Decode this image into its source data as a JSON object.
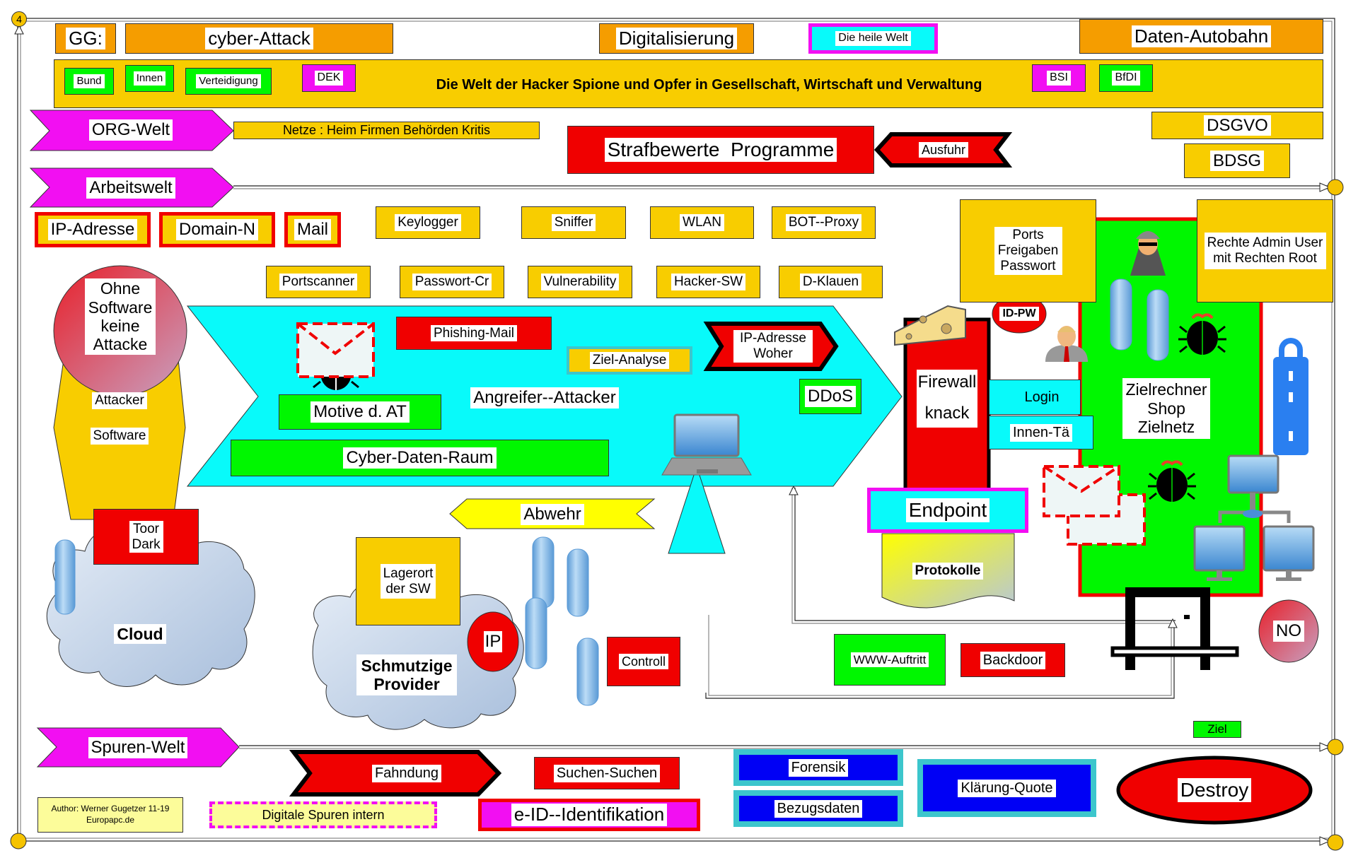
{
  "page_badge": "4",
  "header": {
    "gg_label": "GG:",
    "title": "cyber-Attack",
    "digitalisierung": "Digitalisierung",
    "heile_welt": "Die heile Welt",
    "daten_autobahn": "Daten-Autobahn"
  },
  "banner": {
    "tags_left": [
      "Bund",
      "Innen",
      "Verteidigung",
      "DEK"
    ],
    "headline": "Die Welt der Hacker Spione und Opfer in Gesellschaft, Wirtschaft und Verwaltung",
    "tags_right": [
      "BSI",
      "BfDI"
    ]
  },
  "worlds": {
    "org": "ORG-Welt",
    "netze": "Netze : Heim Firmen Behörden Kritis",
    "arbeit": "Arbeitswelt",
    "spuren": "Spuren-Welt"
  },
  "law": {
    "strafbewerte": "Strafbewerte  Programme",
    "ausfuhr": "Ausfuhr",
    "dsgvo": "DSGVO",
    "bdsg": "BDSG"
  },
  "identifiers": [
    "IP-Adresse",
    "Domain-N",
    "Mail"
  ],
  "tools_row1": [
    "Keylogger",
    "Sniffer",
    "WLAN",
    "BOT--Proxy"
  ],
  "tools_row2": [
    "Portscanner",
    "Passwort-Cr",
    "Vulnerability",
    "Hacker-SW",
    "D-Klauen"
  ],
  "attacker": {
    "ohne_software": "Ohne Software keine Attacke",
    "attacker_label": "Attacker",
    "software_label": "Software"
  },
  "cyber_arrow": {
    "phishing": "Phishing-Mail",
    "ziel_analyse": "Ziel-Analyse",
    "ip_woher": "IP-Adresse Woher",
    "motive": "Motive d. AT",
    "angreifer": "Angreifer--Attacker",
    "ddos": "DDoS",
    "cyber_raum": "Cyber-Daten-Raum"
  },
  "target": {
    "ports": "Ports Freigaben Passwort",
    "rechte": "Rechte Admin User mit Rechten Root",
    "id_pw": "ID-PW",
    "firewall": "Firewall",
    "knack": "knack",
    "login": "Login",
    "innen": "Innen-Tä",
    "zielrechner": "Zielrechner Shop Zielnetz",
    "endpoint": "Endpoint",
    "protokolle": "Protokolle",
    "no": "NO",
    "ziel": "Ziel"
  },
  "lower": {
    "toor_dark": "Toor Dark",
    "cloud": "Cloud",
    "abwehr": "Abwehr",
    "lagerort": "Lagerort der SW",
    "ip": "IP",
    "schmutzige": "Schmutzige Provider",
    "controll": "Controll",
    "www": "WWW-Auftritt",
    "backdoor": "Backdoor"
  },
  "footer": {
    "fahndung": "Fahndung",
    "suchen": "Suchen-Suchen",
    "forensik": "Forensik",
    "bezugsdaten": "Bezugsdaten",
    "klaerung": "Klärung-Quote",
    "destroy": "Destroy",
    "author_line1": "Author: Werner Gugetzer  11-19",
    "author_line2": "Europapc.de",
    "digitale_spuren": "Digitale Spuren intern",
    "eid": "e-ID--Identifikation"
  },
  "colors": {
    "orange": "#f59d00",
    "yellow": "#f8cd00",
    "red": "#f00000",
    "green": "#00f700",
    "magenta": "#f20ff2",
    "cyan": "#08fafa",
    "blue": "#0000f5"
  }
}
